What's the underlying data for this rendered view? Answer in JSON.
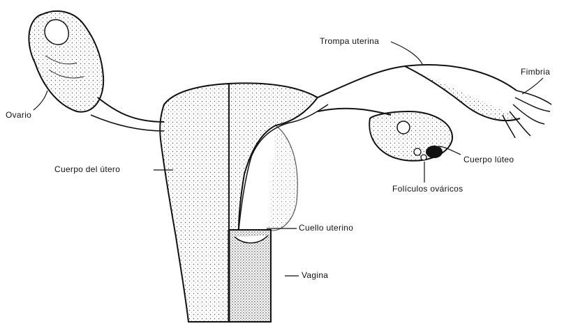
{
  "labels": {
    "trompa": "Trompa uterina",
    "fimbria": "Fimbria",
    "ovario": "Ovario",
    "cuerpo_utero": "Cuerpo del útero",
    "cuerpo_luteo": "Cuerpo lúteo",
    "foliculos": "Folículos ováricos",
    "cuello": "Cuello uterino",
    "vagina": "Vagina"
  },
  "colors": {
    "ink": "#111111",
    "stipple": "#555555",
    "paper": "#ffffff"
  }
}
